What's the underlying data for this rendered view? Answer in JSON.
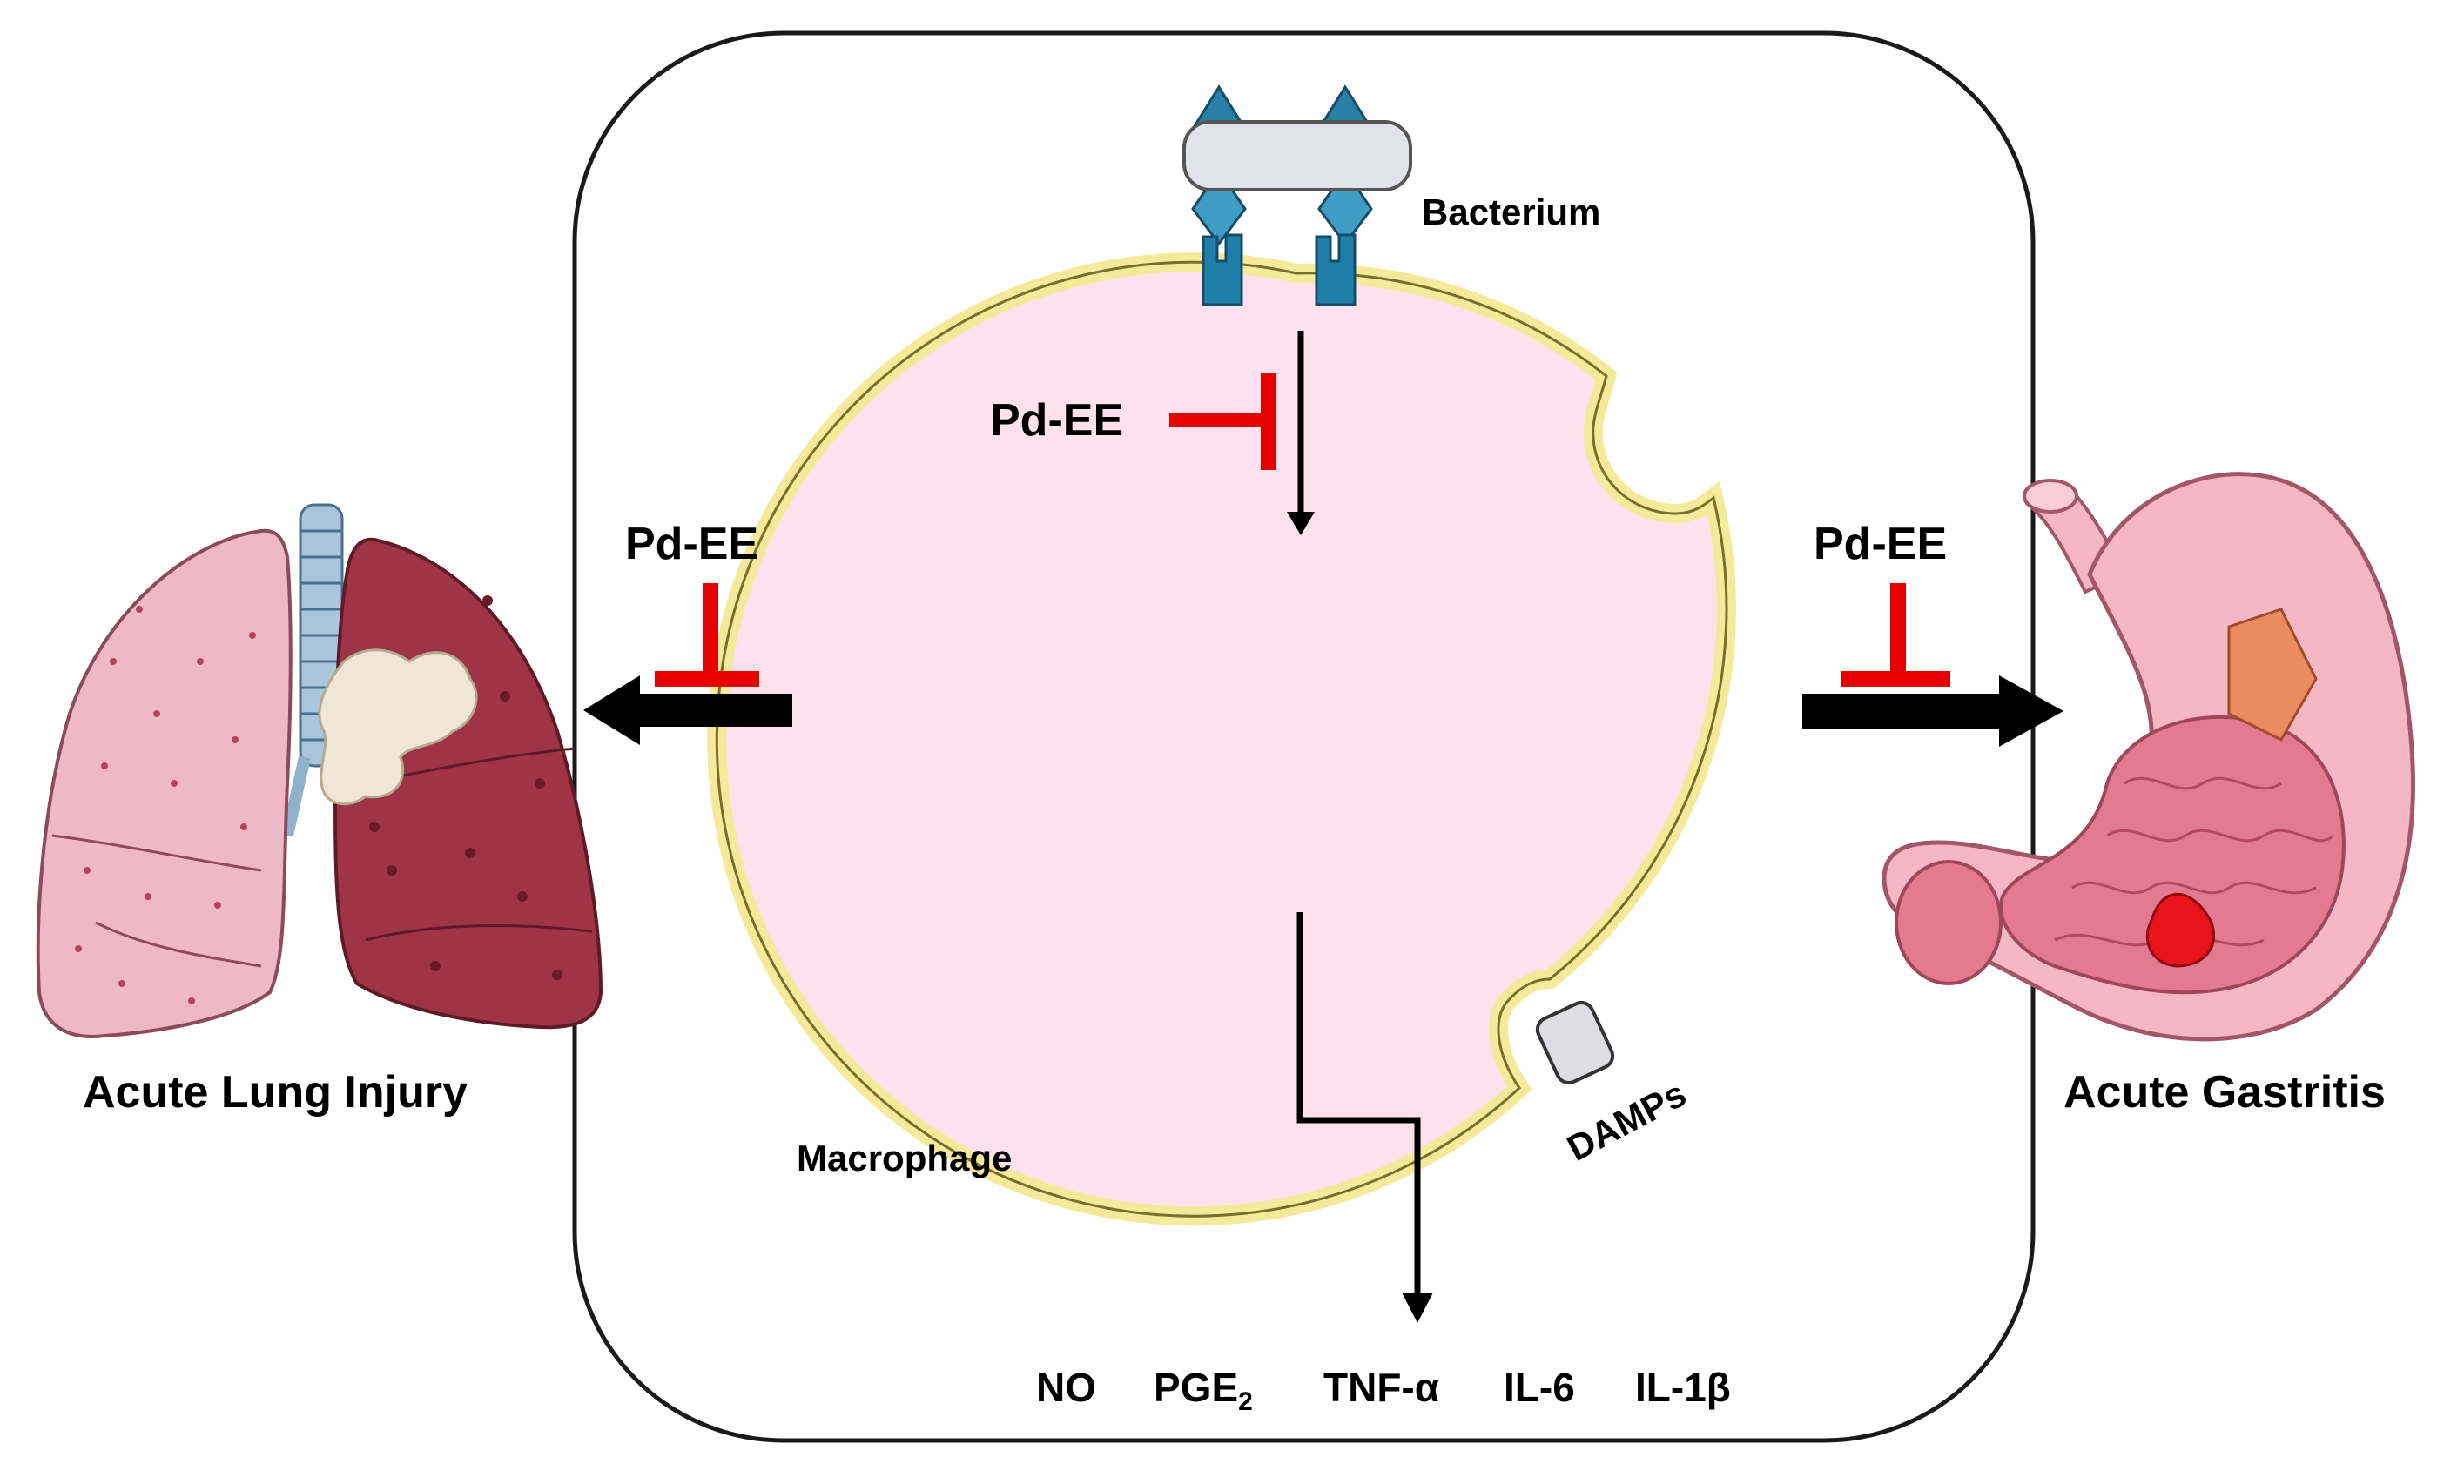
{
  "labels": {
    "bacterium": "Bacterium",
    "macrophage": "Macrophage",
    "damps": "DAMPs",
    "inhibitor_center": "Pd-EE",
    "inhibitor_left": "Pd-EE",
    "inhibitor_right": "Pd-EE",
    "outcome_left": "Acute  Lung  Injury",
    "outcome_right": "Acute  Gastritis"
  },
  "mediators": [
    {
      "text": "NO",
      "sub": ""
    },
    {
      "text": "PGE",
      "sub": "2"
    },
    {
      "text": "TNF-α",
      "sub": ""
    },
    {
      "text": "IL-6",
      "sub": ""
    },
    {
      "text": "IL-1β",
      "sub": ""
    }
  ],
  "colors": {
    "inhibitor": "#e60000",
    "cell_fill": "#fde1ec",
    "cell_membrane": "#f4ea9a",
    "receptor": "#1f7fa8",
    "bacterium_body": "#e2e2ea",
    "lung_healthy": "#efb8c8",
    "lung_diseased": "#9e3446",
    "stomach": "#f5b7c4",
    "ulcer": "#e8131b"
  }
}
